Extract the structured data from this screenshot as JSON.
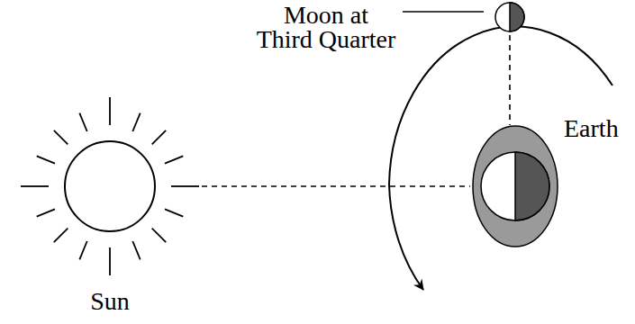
{
  "diagram": {
    "nodes": [
      {
        "text": [
          "Moon at Third Quarter"
        ]
      },
      {
        "text": [
          "Sun"
        ]
      },
      {
        "text": [
          "Earth"
        ]
      }
    ],
    "edges": [
      {
        "from": 1,
        "to": 2,
        "arrow": "none"
      },
      {
        "from": 0,
        "to": 2,
        "arrow": "none"
      }
    ]
  }
}
